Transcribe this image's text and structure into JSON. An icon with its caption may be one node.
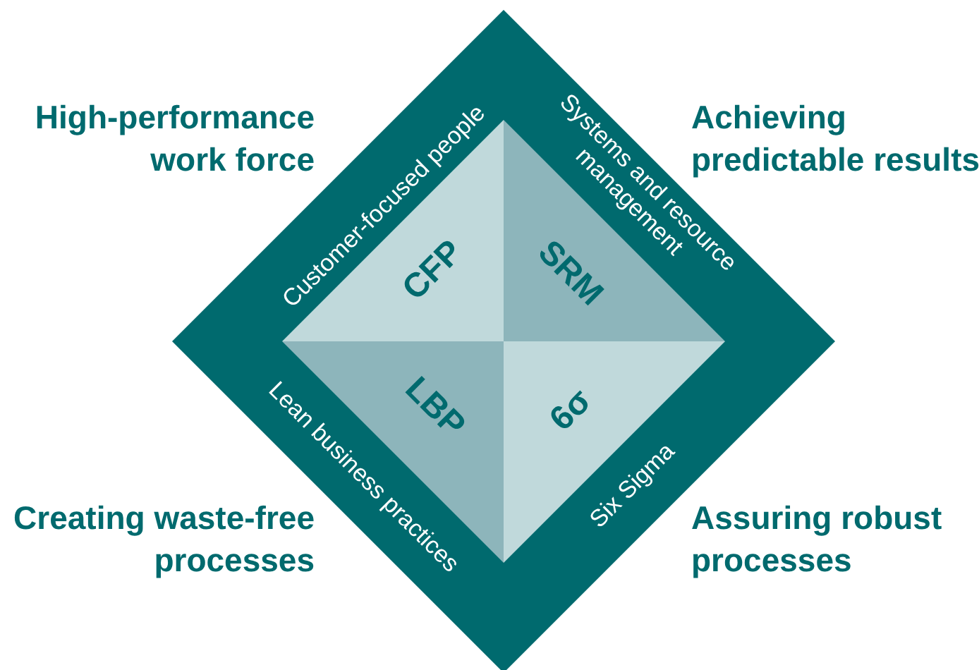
{
  "diagram": {
    "nodes": [
      {
        "text": [
          "CFP"
        ]
      },
      {
        "text": [
          "SRM"
        ]
      },
      {
        "text": [
          "LBP"
        ]
      },
      {
        "text": [
          "6σ"
        ]
      }
    ],
    "edges": [],
    "labels": [
      "High-performance work force",
      "Customer-focused people",
      "Systems and resource management",
      "Achieving predictable results",
      "Lean business practices",
      "Six Sigma",
      "Creating waste-free processes",
      "Assuring robust processes"
    ]
  }
}
